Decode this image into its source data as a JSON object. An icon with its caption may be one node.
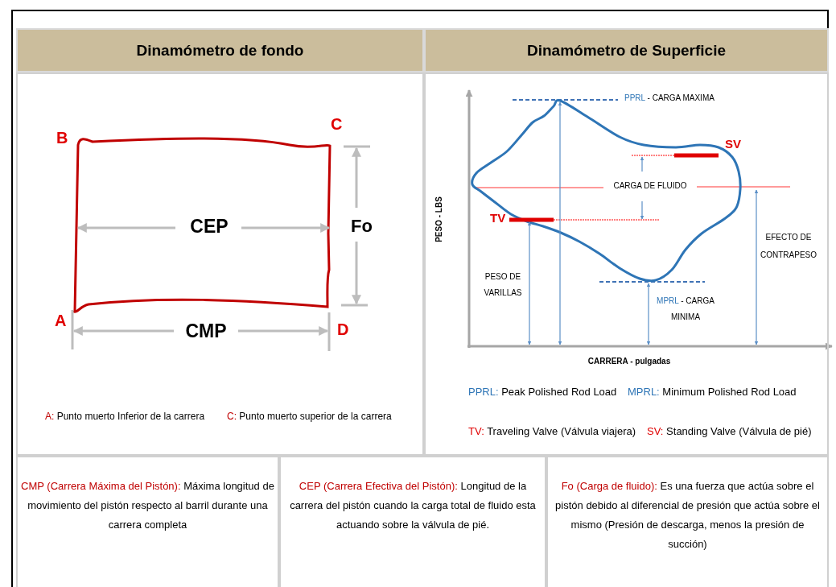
{
  "diagram": {
    "labels": [
      "Dinamómetro de fondo",
      "Dinamómetro de Superficie",
      "B",
      "C",
      "CEP",
      "Fo",
      "A",
      "CMP",
      "D",
      "A:",
      "Punto muerto Inferior de la carrera",
      "C:",
      "Punto muerto superior de la carrera",
      "PPRL",
      "- CARGA MAXIMA",
      "SV",
      "CARGA DE FLUIDO",
      "TV",
      "PESO - LBS",
      "PESO DE VARILLAS",
      "EFECTO DE CONTRAPESO",
      "MPRL",
      "- CARGA MINIMA",
      "CARRERA - pulgadas",
      "PPRL:",
      "Peak Polished Rod Load",
      "MPRL:",
      "Minimum Polished Rod Load",
      "TV:",
      "Traveling Valve (Válvula viajera)",
      "SV:",
      "Standing Valve (Válvula de pié)",
      "CMP (Carrera Máxima del Pistón):",
      "Máxima longitud de movimiento del pistón respecto al barril durante una carrera completa",
      "CEP (Carrera Efectiva del Pistón):",
      "Longitud de la carrera del pistón cuando la carga total de fluido esta actuando sobre la válvula de pié.",
      "Fo (Carga de fluido):",
      "Es una fuerza que actúa sobre el pistón debido al diferencial de presión que actúa sobre el mismo (Presión de descarga, menos la presión de succión)"
    ]
  }
}
